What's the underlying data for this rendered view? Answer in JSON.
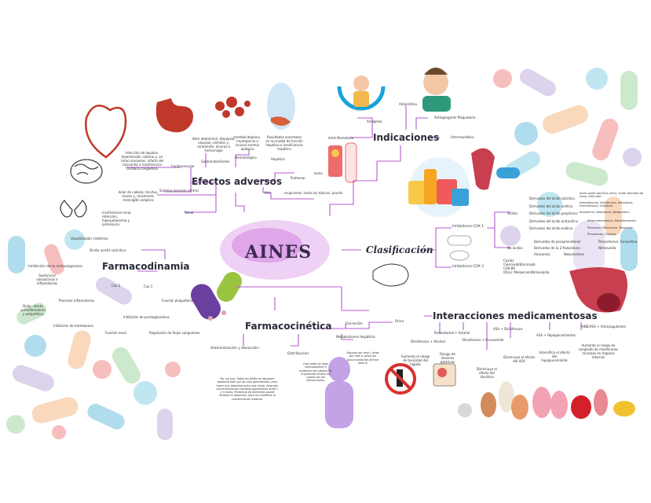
{
  "center": {
    "title": "AINES"
  },
  "efectos_adversos": {
    "title": "Efectos adversos",
    "branches": [
      {
        "label": "Cardiovascular",
        "detail": "Infección de líquidos, hipertensión, edema y, en raras ocasiones, infarto del miocardio e insuficiencia cardíaca congestiva"
      },
      {
        "label": "Gastrointestinales",
        "detail": "dolor abdominal, dispepsia, náuseas, vómitos y, raramente, úlceras o hemorragia"
      },
      {
        "label": "Hematológico",
        "detail": "trombocitopenia, neutropenia e incluso anemia aplásica"
      },
      {
        "label": "Hepático",
        "detail": "Resultados anormales en la prueba de función hepática e insuficiencia hepática"
      },
      {
        "label": "Pulmonar",
        "detail": "asma"
      },
      {
        "label": "Piel",
        "detail": "erupciones, hasta las tóxicas, prurito"
      },
      {
        "label": "Sistema nervioso central",
        "detail": "dolor de cabeza, tinnitus, mareo y, raramente, meningitis aséptica"
      },
      {
        "label": "Renal",
        "detail": "insuficiencia renal, retención, hiperpotasemia y proteinuria"
      }
    ]
  },
  "indicaciones": {
    "title": "Indicaciones",
    "items": [
      "Antipirético",
      "Analgesia",
      "Antiagregante Plaquetario",
      "Antiinflamatorio",
      "Antirreumático"
    ]
  },
  "clasificacion": {
    "title": "Clasificación",
    "cox1": "Inhibidores COX 1",
    "acidos": "Ácidos",
    "acidos_items": [
      {
        "label": "Derivados del ácido salicílico",
        "detail": "Ácido acetil salicílico (AAS), Acetil salicilato de lisina, Diflunisal"
      },
      {
        "label": "Derivados del ácido acético",
        "detail": "Indometacina, Diclofenaco, Ketorolaco, Aceclofenaco, Sulindaco"
      },
      {
        "label": "Derivados del ácido propiónico",
        "detail": "Ibuprofeno, Naproxeno, Ketoprofeno"
      },
      {
        "label": "Derivados del ácido antranílico",
        "detail": "Ácido mefenámico, Meclofenamato"
      },
      {
        "label": "Derivados del ácido enólico",
        "detail": "Piroxicam, Meloxicam, Tenoxicam"
      },
      {
        "label": "",
        "detail": "Pirazolonas, Dipirona"
      }
    ],
    "no_acidos": "No ácidos",
    "no_acidos_items": [
      {
        "label": "Derivados de paraaminofenol",
        "detail": "Paracetamol, Fenacetina"
      },
      {
        "label": "Derivados de la 2-ftalazinona",
        "detail": "Nimesulida"
      },
      {
        "label": "Alcanonas",
        "detail": "Nabumetona"
      }
    ],
    "cox2": "Inhibidores COX 2",
    "cox2_items": [
      "Coxibs",
      "Celecoxib/Etoricoxib",
      "COX-89",
      "Otros: Meloxicam/Nimesulida"
    ]
  },
  "farmacodinamia": {
    "title": "Farmacodinamia",
    "items": [
      "Vasodilatador sistémico",
      "Ácido acetil salicílico",
      "Inhibición de la ciclooxigenasa",
      "Sustancias vasoactivas e inflamatorias",
      "Cox 2",
      "Cox 1",
      "Procesos inflamatorios",
      "Dolor, efecto antiinflamatorio y antipirético",
      "Inhibición de prostaglandinas",
      "Función plaquetaria",
      "Función renal",
      "Regulación de flujos sanguíneos",
      "Inhibición de tromboxano"
    ]
  },
  "farmacocinetica": {
    "title": "Farmacocinética",
    "absorcion": "Administración y Absorción:",
    "absorcion_detail": "Por vía oral. Todos los AINEs se absorben bastante bien por las vías parenterales, pero hacer una administración oral rectal. Alcanzan concentraciones máximas plasmáticas entre 1 y 4 horas. Presencia de alimentos puede retrasar la absorción, pero no modifican la concentración máxima.",
    "distribucion": "Distribución:",
    "distribucion_detail": "Casi todos se ligan extensamente a proteínas del plasma. Es importante tenerlo en cuenta por las interacciones.",
    "metabolismo": "Metabolismo hepático",
    "metabolismo_detail": "Algunos por fase I, otros por fase II, otros por glucuronidación directa (fase II)",
    "excrecion": "Excreción",
    "orina": "Orina"
  },
  "interacciones": {
    "title": "Interacciones medicamentosas",
    "items": [
      {
        "label": "Diclofenaco + Alcohol",
        "detail": "Aumenta el riesgo de toxicidad del hígado"
      },
      {
        "label": "Paracetamol + Alcohol",
        "detail": "Riesgo de lesiones gástricas"
      },
      {
        "label": "Diclofenaco + Furosemida",
        "detail": "Disminuye el efecto del diurético"
      },
      {
        "label": "ASA + Diclofenaco",
        "detail": "Disminuye el efecto del ASA"
      },
      {
        "label": "ASA + Hipoglucemiantes",
        "detail": "Intensifica el efecto del hipoglucemiante"
      },
      {
        "label": "AINE/ASA + Anticoagulantes",
        "detail": "Aumenta el riesgo de sangrado de membranas mucosas en órganos internos"
      }
    ]
  }
}
